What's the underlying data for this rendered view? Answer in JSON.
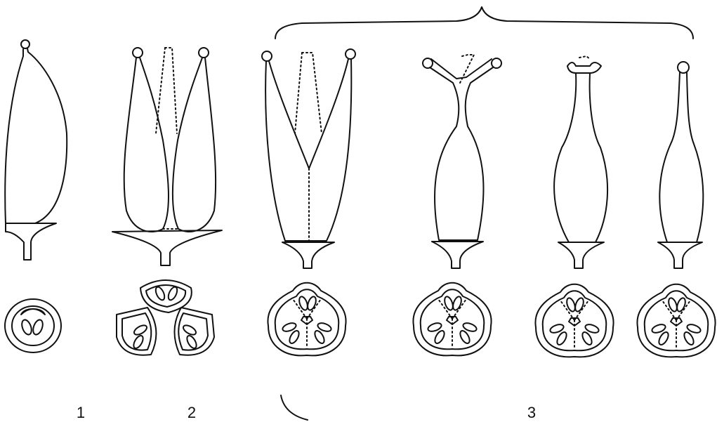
{
  "figure": {
    "labels": {
      "one": "1",
      "two": "2",
      "three": "3"
    }
  },
  "colors": {
    "ink": "#111111",
    "background": "#ffffff"
  }
}
